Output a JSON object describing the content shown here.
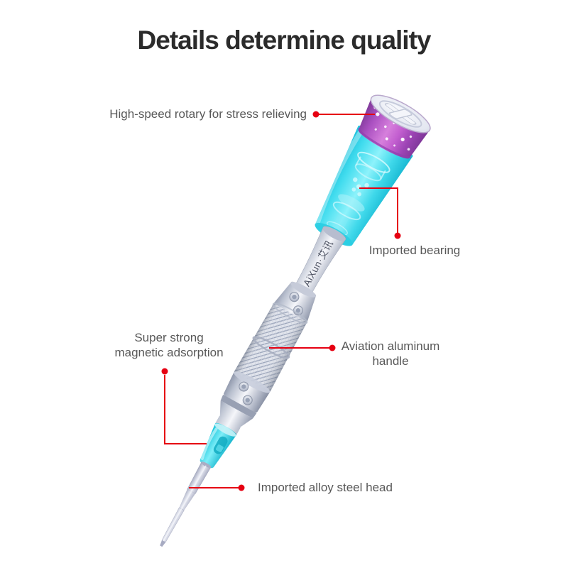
{
  "title": "Details determine quality",
  "product": {
    "name": "precision screwdriver",
    "brand_text": "AiXun·艾讯"
  },
  "callouts": [
    {
      "id": "rotary",
      "label": "High-speed rotary for stress relieving"
    },
    {
      "id": "bearing",
      "label": "Imported bearing"
    },
    {
      "id": "magnet",
      "label": "Super strong\nmagnetic adsorption"
    },
    {
      "id": "handle",
      "label": "Aviation aluminum\nhandle"
    },
    {
      "id": "tip",
      "label": "Imported alloy steel head"
    }
  ],
  "colors": {
    "accent_red": "#e60012",
    "label_gray": "#585858",
    "title_dark": "#2b2b2b",
    "body_cyan": "#3fd8ea",
    "cap_purple": "#c35fd0",
    "metal_silver": "#c6cbd9"
  }
}
